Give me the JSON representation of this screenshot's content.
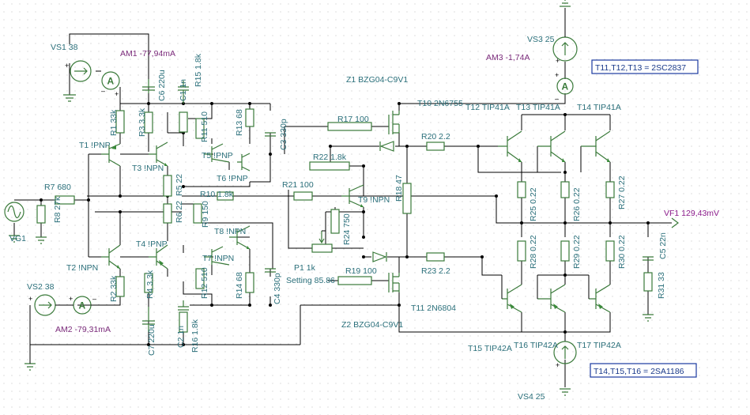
{
  "sources": {
    "vs1": "VS1 38",
    "vs2": "VS2 38",
    "vs3": "VS3 25",
    "vs4": "VS4 25",
    "vg1": "VG1"
  },
  "meters": {
    "am1": "AM1 -77,94mA",
    "am2": "AM2 -79,31mA",
    "am3": "AM3 -1,74A",
    "vf1": "VF1 129,43mV",
    "ammeter_symbol": "A"
  },
  "notes": {
    "npn_parts": "T11,T12,T13 = 2SC2837",
    "pnp_parts": "T14,T15,T16 = 2SA1186"
  },
  "diodes": {
    "z1": "Z1 BZG04-C9V1",
    "z2": "Z2 BZG04-C9V1"
  },
  "transistors": {
    "t1": "T1 !PNP",
    "t2": "T2 !NPN",
    "t3": "T3 !NPN",
    "t4": "T4 !PNP",
    "t5": "T5 !PNP",
    "t6": "T6 !PNP",
    "t7": "T7 !NPN",
    "t8": "T8 !NPN",
    "t9": "T9 !NPN",
    "t10": "T10 2N6755",
    "t11": "T11 2N6804",
    "t12": "T12 TIP41A",
    "t13": "T13 TIP41A",
    "t14": "T14 TIP41A",
    "t15": "T15 TIP42A",
    "t16": "T16 TIP42A",
    "t17": "T17 TIP42A"
  },
  "resistors": {
    "r1": "R1 33k",
    "r2": "R2 33k",
    "r3": "R3 3.3k",
    "r4": "R4 3.3k",
    "r5": "R5 22",
    "r6": "R6 22",
    "r7": "R7 680",
    "r8": "R8 27k",
    "r9": "R9 150",
    "r10": "R10 1.8k",
    "r11": "R11 510",
    "r12": "R12 510",
    "r13": "R13 68",
    "r14": "R14 68",
    "r15": "R15 1.8k",
    "r16": "R16 1.8k",
    "r17": "R17 100",
    "r18": "R18 47",
    "r19": "R19 100",
    "r20": "R20 2.2",
    "r21": "R21 100",
    "r22": "R22 1.8k",
    "r23": "R23 2.2",
    "r24": "R24 750",
    "r25": "R25 0.22",
    "r26": "R26 0.22",
    "r27": "R27 0.22",
    "r28": "R28 0.22",
    "r29": "R29 0.22",
    "r30": "R30 0.22",
    "r31": "R31 33"
  },
  "capacitors": {
    "c1": "C1 1n",
    "c2": "C2 1n",
    "c3": "C3 330p",
    "c4": "C4 330p",
    "c5": "C5 22n",
    "c6": "C6 220u",
    "c7": "C7 220u"
  },
  "pot": {
    "p1": "P1 1k",
    "setting": "Setting 85.86"
  },
  "colors": {
    "wire": "#000000",
    "component": "#3a7a3a",
    "label": "#2a6f7a",
    "meter_label": "#7a2a7a",
    "note_border": "#1a3aa0",
    "grid_dot": "#c9c9c9"
  }
}
